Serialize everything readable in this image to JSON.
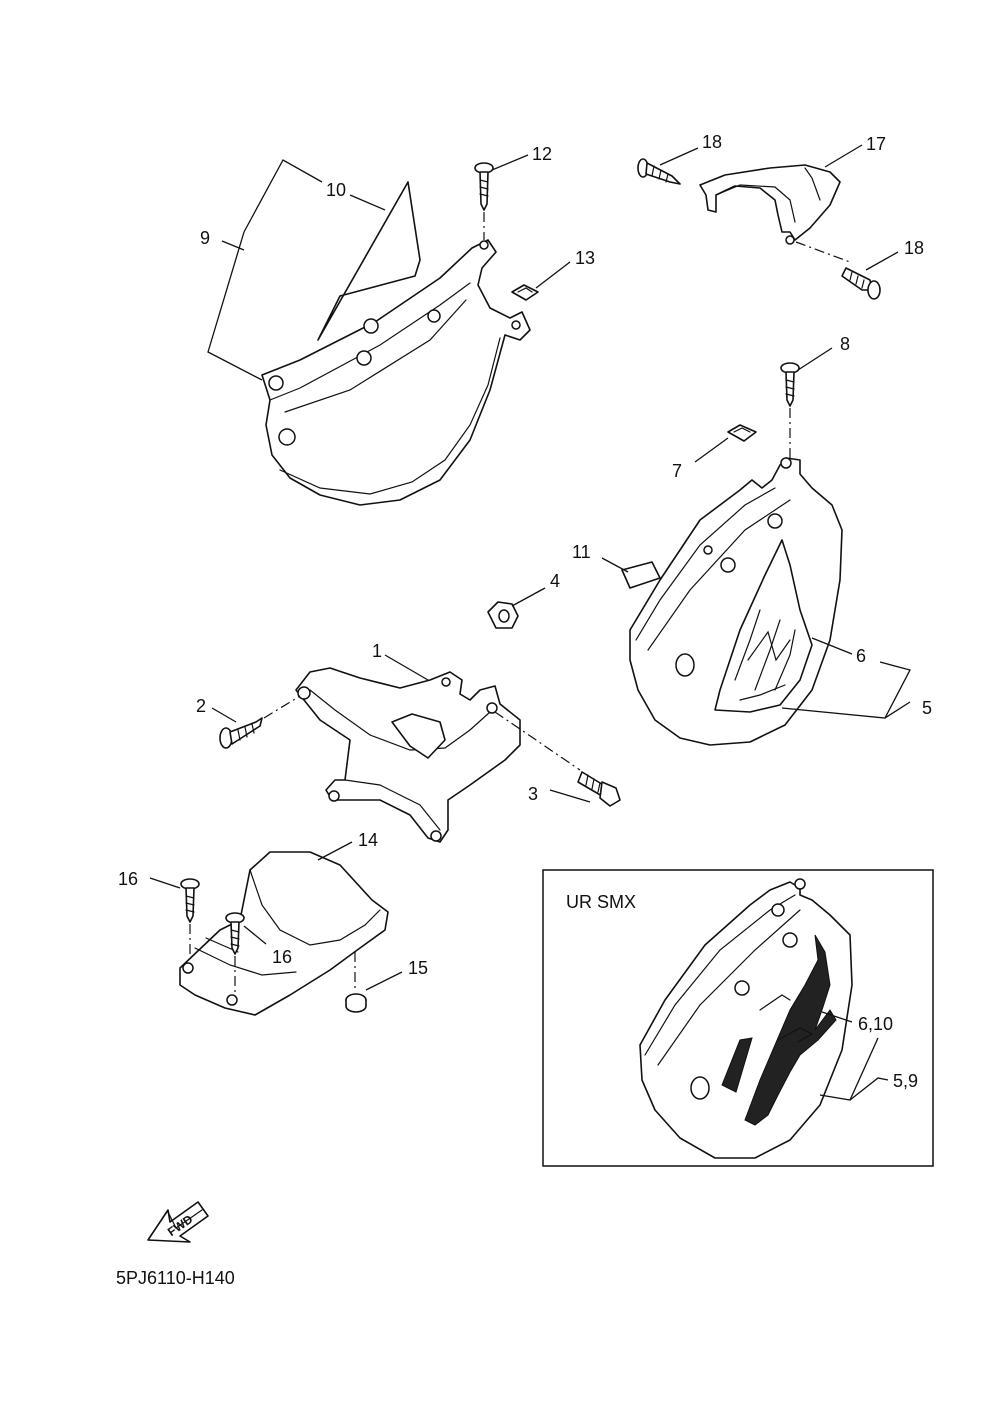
{
  "callouts": {
    "c1": "1",
    "c2": "2",
    "c3": "3",
    "c4": "4",
    "c5": "5",
    "c6": "6",
    "c7": "7",
    "c8": "8",
    "c9": "9",
    "c10": "10",
    "c11": "11",
    "c12": "12",
    "c13": "13",
    "c14": "14",
    "c15": "15",
    "c16a": "16",
    "c16b": "16",
    "c17": "17",
    "c18a": "18",
    "c18b": "18"
  },
  "inset": {
    "title": "UR SMX",
    "label_upper": "6,10",
    "label_lower": "5,9"
  },
  "fwd_marker": "FWD",
  "diagram_code": "5PJ6110-H140"
}
